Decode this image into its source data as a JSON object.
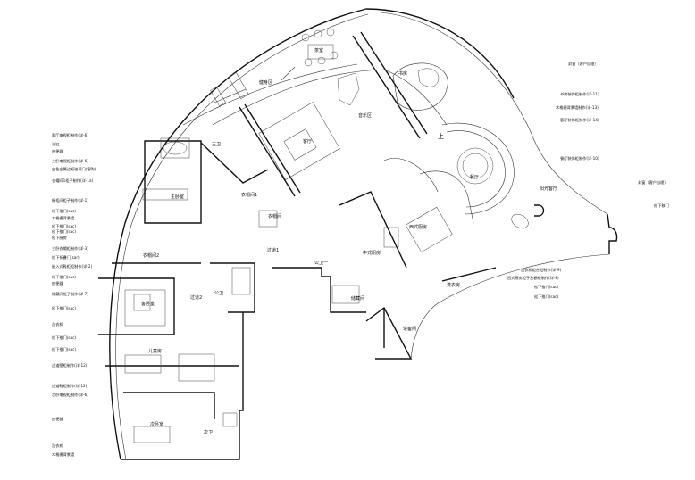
{
  "rooms": {
    "tea": "茶室",
    "gym": "健身区",
    "study": "书房",
    "music": "音乐区",
    "living": "客厅",
    "master_bath": "主卫",
    "master_bed": "主卧室",
    "closet1": "衣帽间1",
    "closet2": "衣帽间2",
    "corridor1": "过道1",
    "corridor2": "过道2",
    "guest_bed": "客卧室",
    "public_bath": "公卫",
    "public_bath1": "公卫一",
    "chinese_kitchen": "中式厨房",
    "western_kitchen": "西式厨房",
    "storage": "储藏间",
    "equipment": "设备间",
    "dining": "餐厅",
    "sun_room": "阳光客厅",
    "child_room": "儿童房",
    "second_bed": "次卧室",
    "second_bath": "次卫",
    "laundry": "洗衣房",
    "up": "上",
    "cloakroom": "衣帽间"
  },
  "left_notes": [
    "客厅电视柜制作(详-6)",
    "浴缸",
    "座便器",
    "主卧电视柜制作(详-6)",
    "白色金属边框玻璃门(客购)",
    "衣帽间1柜子制作(详-1a)",
    "橱柜间柜子制作(详-1)",
    "松下推门(sac)",
    "木格栅背景墙",
    "松下推门(sac)",
    "松下推门(sac)",
    "松下厨房",
    "主卧衣帽柜制作(详-3)",
    "松下折叠门(sar)",
    "嵌入式鞋柜柜制作(详-2)",
    "松下推门(sac)",
    "座便器",
    "储藏间柜子制作(详-7)",
    "松下推门(sac)",
    "洗衣机",
    "松下推门(sac)",
    "松下推门(sac)",
    "过道壁柜制作(详-12)",
    "过道鞋柜制作(详-12)",
    "次卧电视柜制作(详-6)",
    "座便器",
    "洗衣机",
    "木格栅背景墙"
  ],
  "right_notes": [
    "封窗（客户自理）",
    "书房装饰柜制作(详-11)",
    "木格栅背景墙制作(详-13)",
    "客厅装饰柜制作(详-14)",
    "餐厅装饰柜制作(详-10)",
    "封窗（客户自理）",
    "松下移门",
    "洗衣机组合柜制作(详-9)",
    "西式厨房柜子及橱柜制作(详-8)",
    "松下推门(sac)",
    "松下推门(sac)"
  ]
}
